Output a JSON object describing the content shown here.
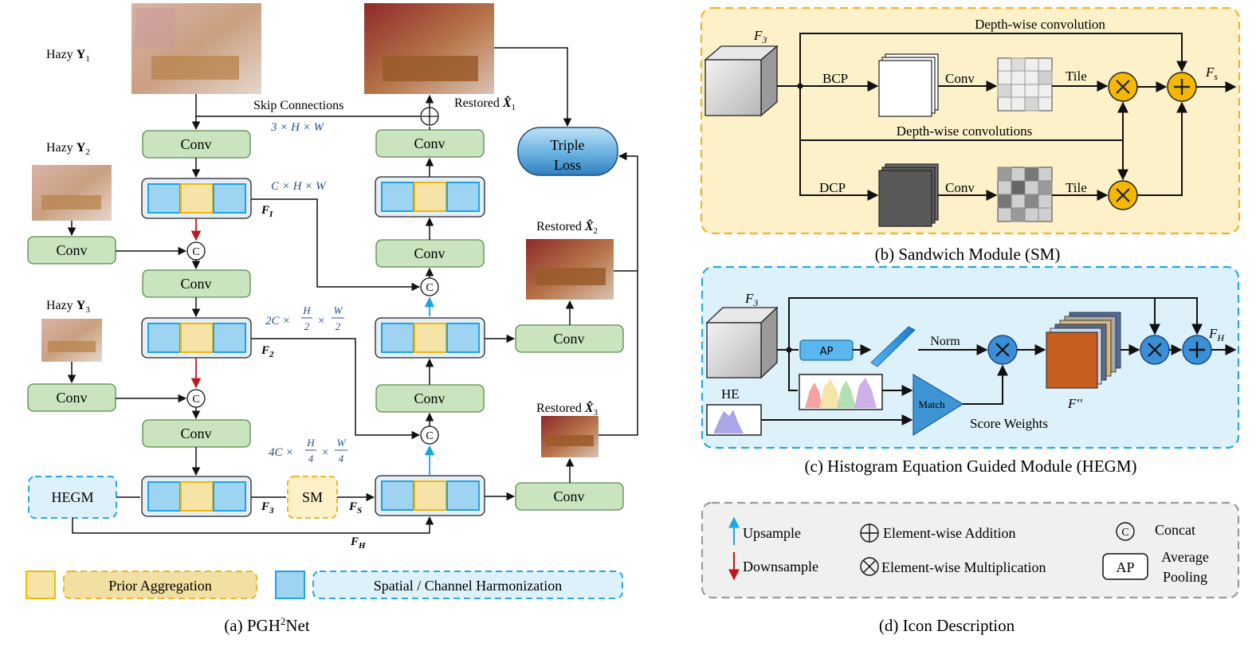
{
  "panel_a": {
    "caption_prefix": "(a) PGH",
    "caption_sup": "2",
    "caption_suffix": "Net",
    "hazy_label": "Hazy",
    "hazy_symbol": "Y",
    "hazy_1_sub": "1",
    "hazy_2_sub": "2",
    "hazy_3_sub": "3",
    "restored_label": "Restored",
    "restored_symbol": "X̂",
    "restored_1_sub": "1",
    "restored_2_sub": "2",
    "restored_3_sub": "3",
    "conv_label": "Conv",
    "skip_connections": "Skip Connections",
    "dim_1": "3 × H × W",
    "dim_2": "C × H × W",
    "dim_3_prefix": "2C ×",
    "dim_4_prefix": "4C ×",
    "frac_H": "H",
    "frac_W": "W",
    "frac_2": "2",
    "frac_4": "4",
    "times": "×",
    "triple_loss_line1": "Triple",
    "triple_loss_line2": "Loss",
    "F_sym": "F",
    "F_I_sub": "I",
    "F_2_sub": "2",
    "F_3_sub": "3",
    "F_S_sub": "S",
    "F_H_sub": "H",
    "hegm_label": "HEGM",
    "sm_label": "SM",
    "concat_symbol": "C",
    "legend_prior": "Prior Aggregation",
    "legend_spatial": "Spatial / Channel Harmonization"
  },
  "panel_b": {
    "caption": "(b) Sandwich Module (SM)",
    "f3_sym": "F",
    "f3_sub": "3",
    "depthwise_top": "Depth-wise convolution",
    "depthwise_mid": "Depth-wise convolutions",
    "bcp": "BCP",
    "dcp": "DCP",
    "conv": "Conv",
    "tile": "Tile",
    "fs_sym": "F",
    "fs_sub": "s"
  },
  "panel_c": {
    "caption": "(c) Histogram Equation Guided Module (HEGM)",
    "f3_sym": "F",
    "f3_sub": "3",
    "ap": "AP",
    "norm": "Norm",
    "he": "HE",
    "match": "Match",
    "score_weights": "Score Weights",
    "f_dprime": "F′′",
    "fh_sym": "F",
    "fh_sub": "H"
  },
  "panel_d": {
    "caption": "(d) Icon Description",
    "upsample": "Upsample",
    "downsample": "Downsample",
    "addition": "Element-wise Addition",
    "multiplication": "Element-wise Multiplication",
    "concat": "Concat",
    "ap": "AP",
    "avg_line1": "Average",
    "avg_line2": "Pooling"
  },
  "colors": {
    "conv_fill": "#c9e4bf",
    "conv_stroke": "#5a8a4c",
    "blue_block": "#9fd3f2",
    "blue_block_stroke": "#1fa3e0",
    "yellow_block": "#f5e3a8",
    "yellow_block_stroke": "#f0b90b",
    "sm_bg": "#fdf1c9",
    "sm_border": "#f0b429",
    "hegm_bg": "#ddf1fb",
    "hegm_border": "#29a8e0",
    "legend_bg": "#f0f0f0",
    "legend_border": "#9a9a9a",
    "op_yellow": "#f5b800",
    "op_blue": "#3a8fd6",
    "red_arrow": "#c0161d",
    "cyan_arrow": "#19a7e0",
    "dim_text": "#2a4f8f"
  }
}
